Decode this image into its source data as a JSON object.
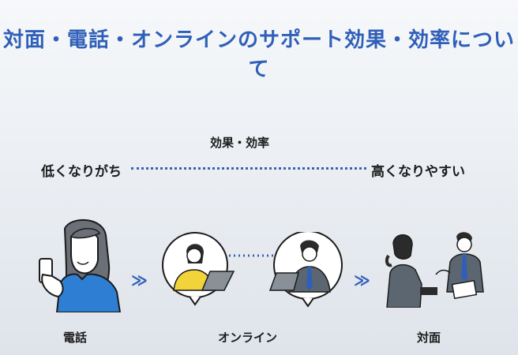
{
  "title": "対面・電話・オンラインのサポート効果・効率について",
  "scale": {
    "label": "効果・効率",
    "low": "低くなりがち",
    "high": "高くなりやすい"
  },
  "modes": [
    {
      "label": "電話"
    },
    {
      "label": "オンライン"
    },
    {
      "label": "対面"
    }
  ],
  "arrows": [
    {
      "glyph": "≫"
    },
    {
      "glyph": "≫"
    }
  ],
  "colors": {
    "accent": "#2f5fb8",
    "phone_shirt": "#2e7fd3",
    "online_shirt": "#f2d33a",
    "suit": "#5c6670"
  }
}
